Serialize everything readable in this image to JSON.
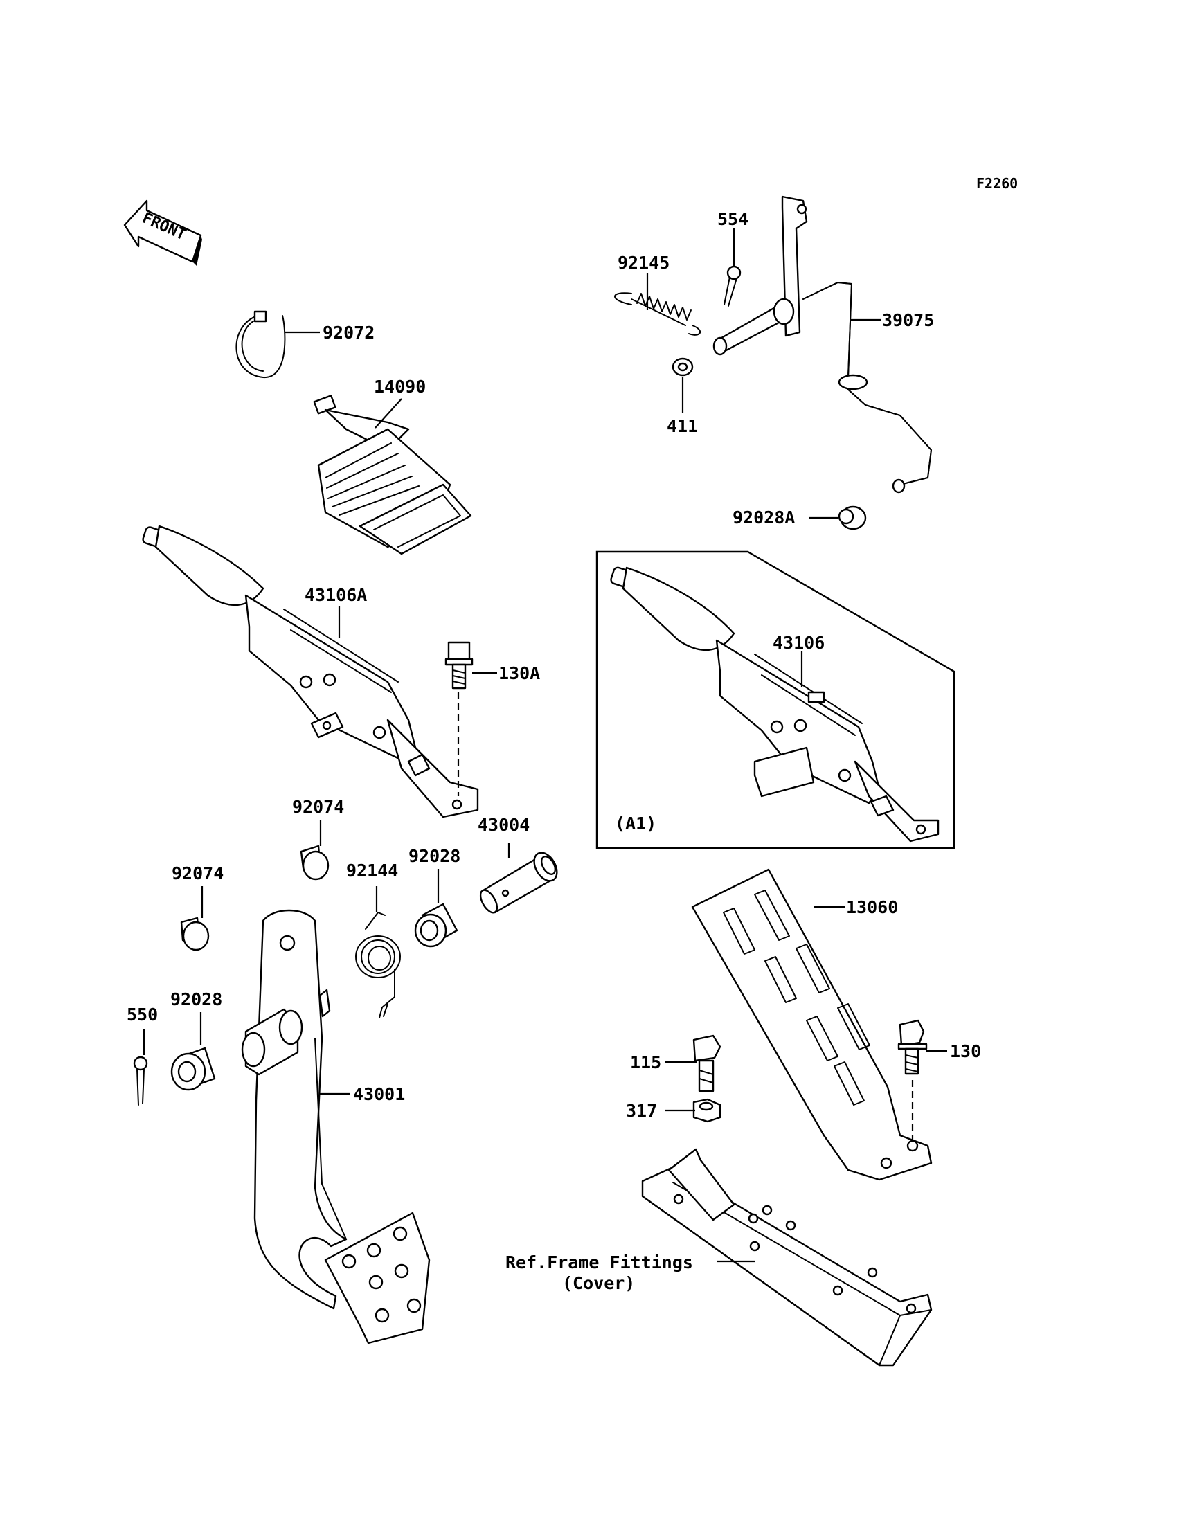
{
  "figure_code": "F2260",
  "front_label": "FRONT",
  "inset_label": "(A1)",
  "parts": {
    "p92072": "92072",
    "p14090": "14090",
    "p43106A": "43106A",
    "p130A": "130A",
    "p92145": "92145",
    "p554": "554",
    "p39075": "39075",
    "p411": "411",
    "p92028A": "92028A",
    "p43106": "43106",
    "p92074a": "92074",
    "p92074b": "92074",
    "p43004": "43004",
    "p92144": "92144",
    "p92028a": "92028",
    "p92028b": "92028",
    "p550": "550",
    "p43001": "43001",
    "p13060": "13060",
    "p115": "115",
    "p130": "130",
    "p317": "317"
  },
  "ref_label_line1": "Ref.Frame Fittings",
  "ref_label_line2": "(Cover)"
}
